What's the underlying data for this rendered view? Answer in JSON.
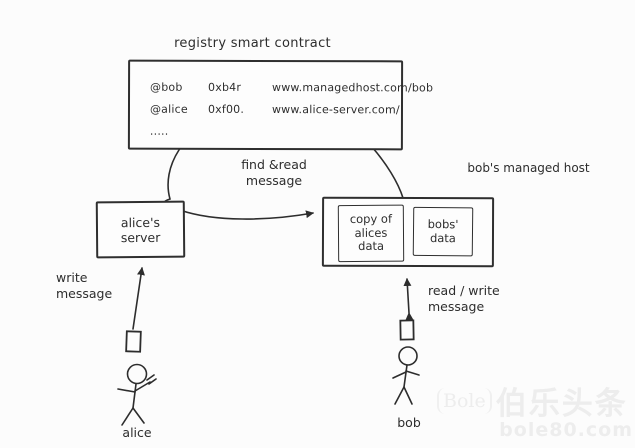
{
  "title": "registry smart contract",
  "registry": {
    "rows": [
      {
        "handle": "@bob",
        "address": "0xb4r",
        "url": "www.managedhost.com/bob"
      },
      {
        "handle": "@alice",
        "address": "0xf00.",
        "url": "www.alice-server.com/"
      },
      {
        "handle": ".....",
        "address": "",
        "url": ""
      }
    ]
  },
  "nodes": {
    "alice_server": "alice's server",
    "host_label": "bob's managed host",
    "copy_of_alices_data": "copy of alices data",
    "bobs_data": "bobs' data"
  },
  "edges": {
    "find_read": "find &read message",
    "write": "write message",
    "read_write": "read / write message"
  },
  "actors": {
    "alice": "alice",
    "bob": "bob"
  },
  "watermark": {
    "logo": "Bole",
    "cn": "伯乐头条",
    "domain": "bole80.com"
  },
  "colors": {
    "ink": "#2d2d2d",
    "background": "#fcfcfc",
    "watermark": "#ededed"
  }
}
